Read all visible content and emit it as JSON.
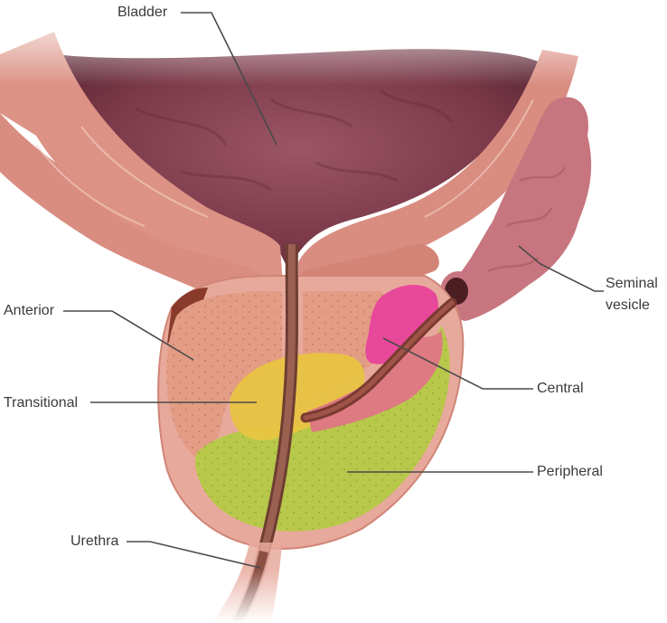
{
  "labels": {
    "bladder": "Bladder",
    "seminal_vesicle_line1": "Seminal",
    "seminal_vesicle_line2": "vesicle",
    "anterior": "Anterior",
    "transitional": "Transitional",
    "central": "Central",
    "peripheral": "Peripheral",
    "urethra": "Urethra"
  },
  "colors": {
    "bladder_lumen": "#8a4656",
    "bladder_wall": "#d98c80",
    "seminal_vesicle": "#c7757f",
    "capsule": "#e7a99c",
    "anterior_zone": "#e39d85",
    "transitional_zone": "#e8c440",
    "central_zone": "#e8489a",
    "peripheral_zone": "#b8c84a",
    "urethra": "#8a5a4a"
  }
}
